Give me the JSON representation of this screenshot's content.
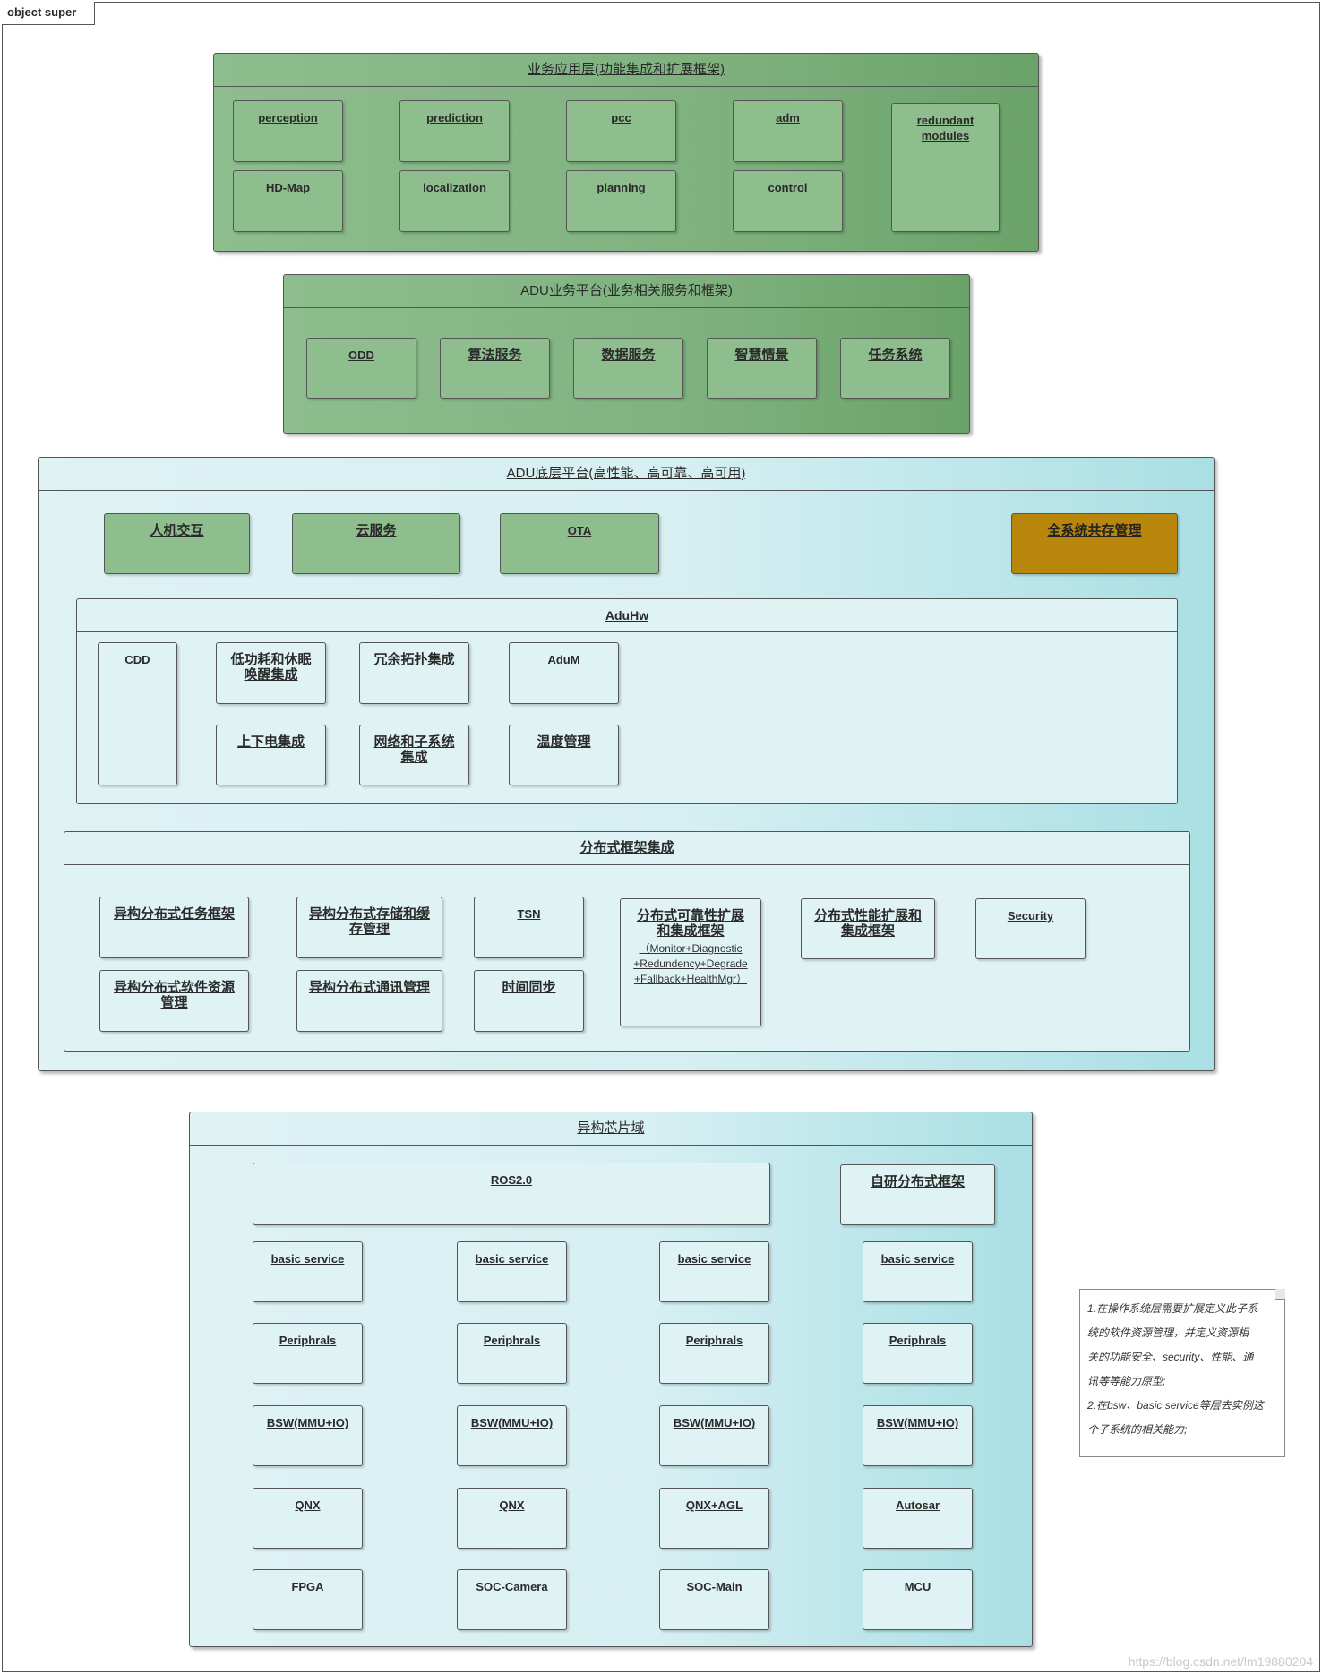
{
  "frame": {
    "label": "object super"
  },
  "app_layer": {
    "title": "业务应用层(功能集成和扩展框架)",
    "items": [
      "perception",
      "prediction",
      "pcc",
      "adm",
      "HD-Map",
      "localization",
      "planning",
      "control"
    ],
    "redundant": "redundant\nmodules"
  },
  "platform": {
    "title": "ADU业务平台(业务相关服务和框架)",
    "items": [
      "ODD",
      "算法服务",
      "数据服务",
      "智慧情景",
      "任务系统"
    ]
  },
  "base": {
    "title": "ADU底层平台(高性能、高可靠、高可用)",
    "top_items": [
      "人机交互",
      "云服务",
      "OTA"
    ],
    "shared_mgmt": "全系统共存管理",
    "aduhw": {
      "title": "AduHw",
      "items": [
        "CDD",
        "低功耗和休眠\n唤醒集成",
        "冗余拓扑集成",
        "AduM",
        "上下电集成",
        "网络和子系统\n集成",
        "温度管理"
      ]
    },
    "dist": {
      "title": "分布式框架集成",
      "items": [
        "异构分布式任务框架",
        "异构分布式存储和缓\n存管理",
        "TSN",
        "分布式性能扩展和\n集成框架",
        "Security",
        "异构分布式软件资源\n管理",
        "异构分布式通讯管理",
        "时间同步"
      ],
      "reliability_title": "分布式可靠性扩展\n和集成框架",
      "reliability_detail": "（Monitor+Diagnostic\n+Redundency+Degrade\n+Fallback+HealthMgr）"
    }
  },
  "chip": {
    "title": "异构芯片域",
    "ros": "ROS2.0",
    "self_dist": "自研分布式框架",
    "columns": [
      [
        "basic service",
        "Periphrals",
        "BSW(MMU+IO)",
        "QNX",
        "FPGA"
      ],
      [
        "basic service",
        "Periphrals",
        "BSW(MMU+IO)",
        "QNX",
        "SOC-Camera"
      ],
      [
        "basic service",
        "Periphrals",
        "BSW(MMU+IO)",
        "QNX+AGL",
        "SOC-Main"
      ],
      [
        "basic service",
        "Periphrals",
        "BSW(MMU+IO)",
        "Autosar",
        "MCU"
      ]
    ]
  },
  "note": {
    "lines": [
      "1.在操作系统层需要扩展定义此子系",
      "统的软件资源管理，并定义资源相",
      "关的功能安全、security、性能、通",
      "讯等等能力原型;",
      "2.在bsw、basic service等层去实例这",
      "个子系统的相关能力;"
    ]
  },
  "watermark": "https://blog.csdn.net/lm19880204"
}
